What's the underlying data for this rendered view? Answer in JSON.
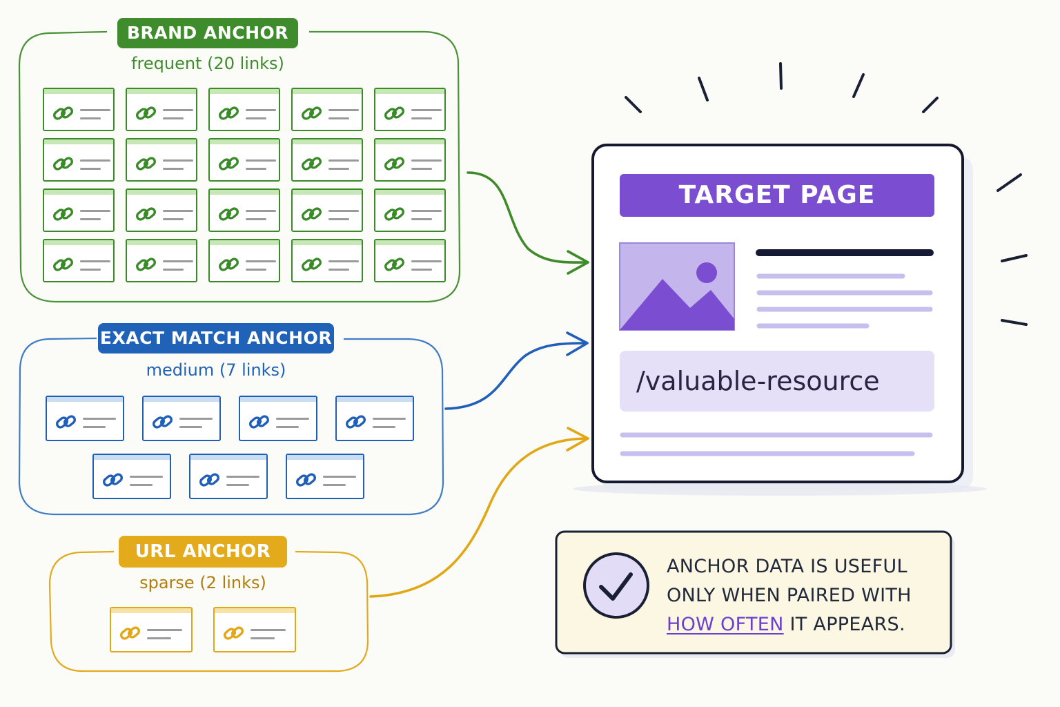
{
  "groups": [
    {
      "id": "brand",
      "label": "BRAND ANCHOR",
      "sublabel": "frequent (20 links)",
      "link_count": 20,
      "color": "#3a8a2a",
      "light": "#c8e7b6"
    },
    {
      "id": "exact",
      "label": "EXACT MATCH ANCHOR",
      "sublabel": "medium (7 links)",
      "link_count": 7,
      "color": "#1f5fb8",
      "light": "#c9def2"
    },
    {
      "id": "url",
      "label": "URL ANCHOR",
      "sublabel": "sparse (2 links)",
      "link_count": 2,
      "color": "#e1a716",
      "light": "#f8e3a6"
    }
  ],
  "target": {
    "title": "TARGET PAGE",
    "url": "/valuable-resource",
    "accent": "#7a4dd1",
    "icons": [
      "image-placeholder-icon"
    ]
  },
  "note": {
    "text_before": "ANCHOR DATA IS USEFUL ONLY WHEN PAIRED WITH",
    "highlight": "HOW OFTEN",
    "text_after": "IT APPEARS.",
    "icon": "checkmark-circle-icon",
    "highlight_color": "#6b3fd0"
  },
  "icons": [
    "link-chain-icon",
    "arrow-right-icon",
    "emphasis-rays"
  ]
}
